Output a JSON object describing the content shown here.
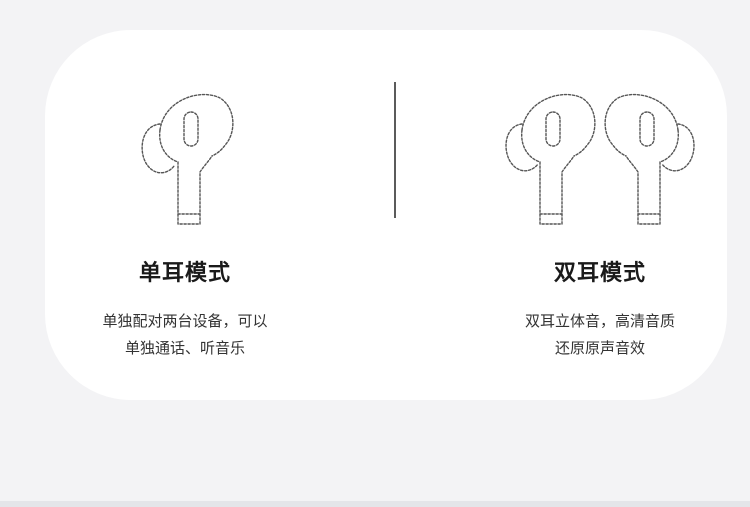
{
  "single_mode": {
    "icon": "single-earbud-icon",
    "title": "单耳模式",
    "description_lines": [
      "单独配对两台设备，可以",
      "单独通话、听音乐"
    ]
  },
  "dual_mode": {
    "icon": "dual-earbuds-icon",
    "title": "双耳模式",
    "description_lines": [
      "双耳立体音，高清音质",
      "还原原声音效"
    ]
  },
  "colors": {
    "background": "#f3f3f5",
    "card": "#ffffff",
    "text": "#1a1a1a",
    "outline": "#555555"
  }
}
